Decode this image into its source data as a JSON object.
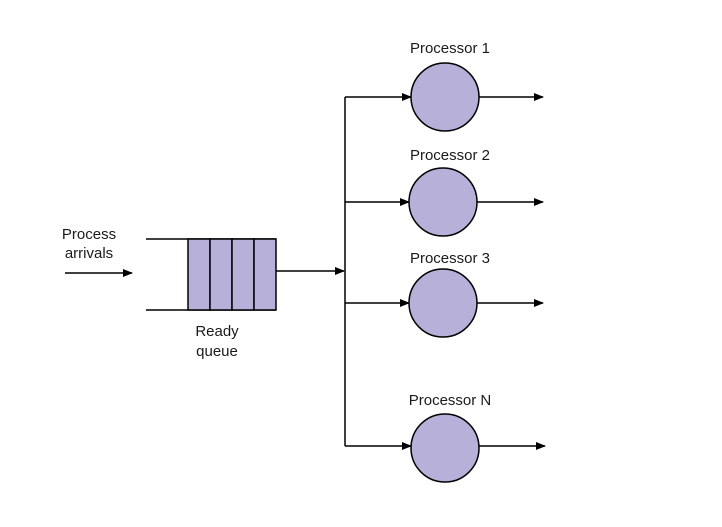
{
  "diagram": {
    "input_label_line1": "Process",
    "input_label_line2": "arrivals",
    "queue_label_line1": "Ready",
    "queue_label_line2": "queue",
    "queue_slot_count": 4,
    "processors": [
      {
        "label": "Processor 1"
      },
      {
        "label": "Processor 2"
      },
      {
        "label": "Processor 3"
      },
      {
        "label": "Processor N"
      }
    ],
    "colors": {
      "fill": "#b7b0d9",
      "stroke": "#000000",
      "background": "#ffffff"
    }
  }
}
